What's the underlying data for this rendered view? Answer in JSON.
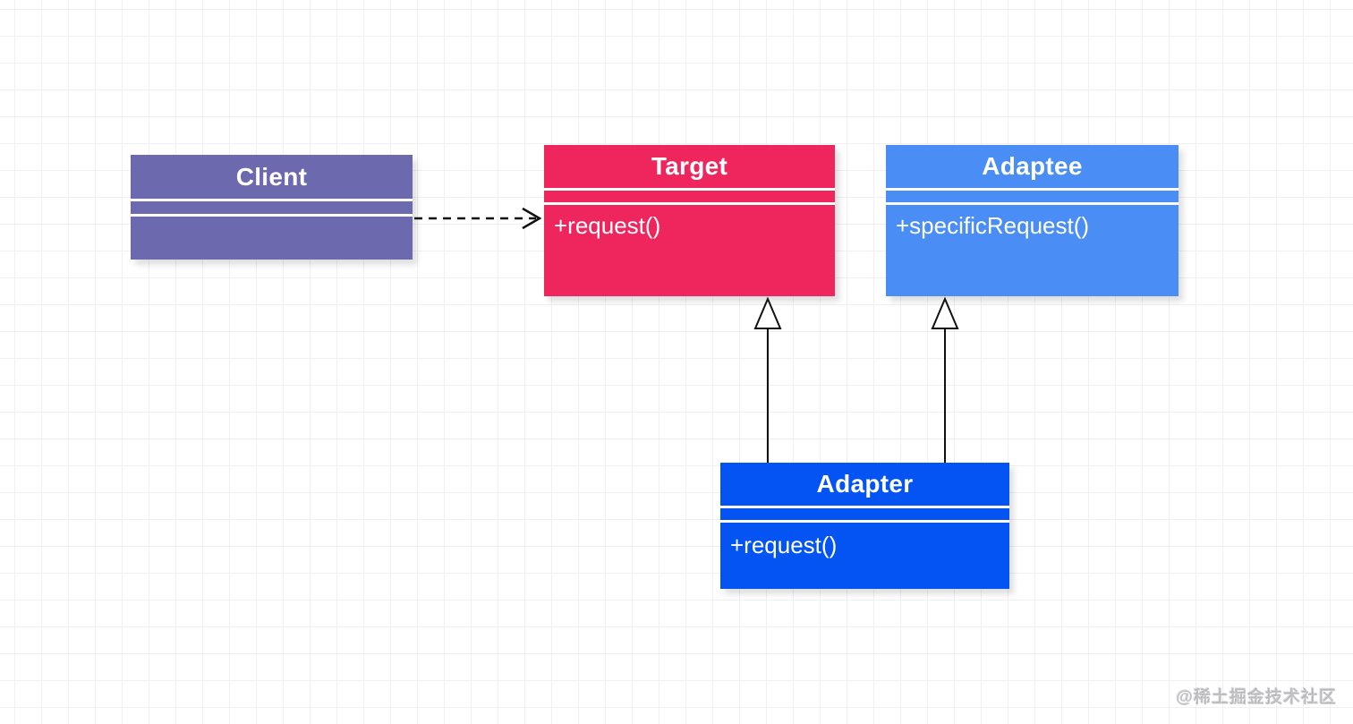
{
  "diagram_type": "uml-class-diagram",
  "classes": [
    {
      "name": "Client",
      "attributes": [],
      "methods": [],
      "color": "#6C69AE"
    },
    {
      "name": "Target",
      "attributes": [],
      "methods": [
        "+request()"
      ],
      "color": "#EF265E"
    },
    {
      "name": "Adaptee",
      "attributes": [],
      "methods": [
        "+specificRequest()"
      ],
      "color": "#4A8EF5"
    },
    {
      "name": "Adapter",
      "attributes": [],
      "methods": [
        "+request()"
      ],
      "color": "#0354F2"
    }
  ],
  "relationships": [
    {
      "from": "Client",
      "to": "Target",
      "type": "dependency",
      "style": "dashed-open-arrow"
    },
    {
      "from": "Adapter",
      "to": "Target",
      "type": "generalization",
      "style": "solid-hollow-triangle"
    },
    {
      "from": "Adapter",
      "to": "Adaptee",
      "type": "generalization",
      "style": "solid-hollow-triangle"
    }
  ],
  "watermark": "@稀土掘金技术社区"
}
